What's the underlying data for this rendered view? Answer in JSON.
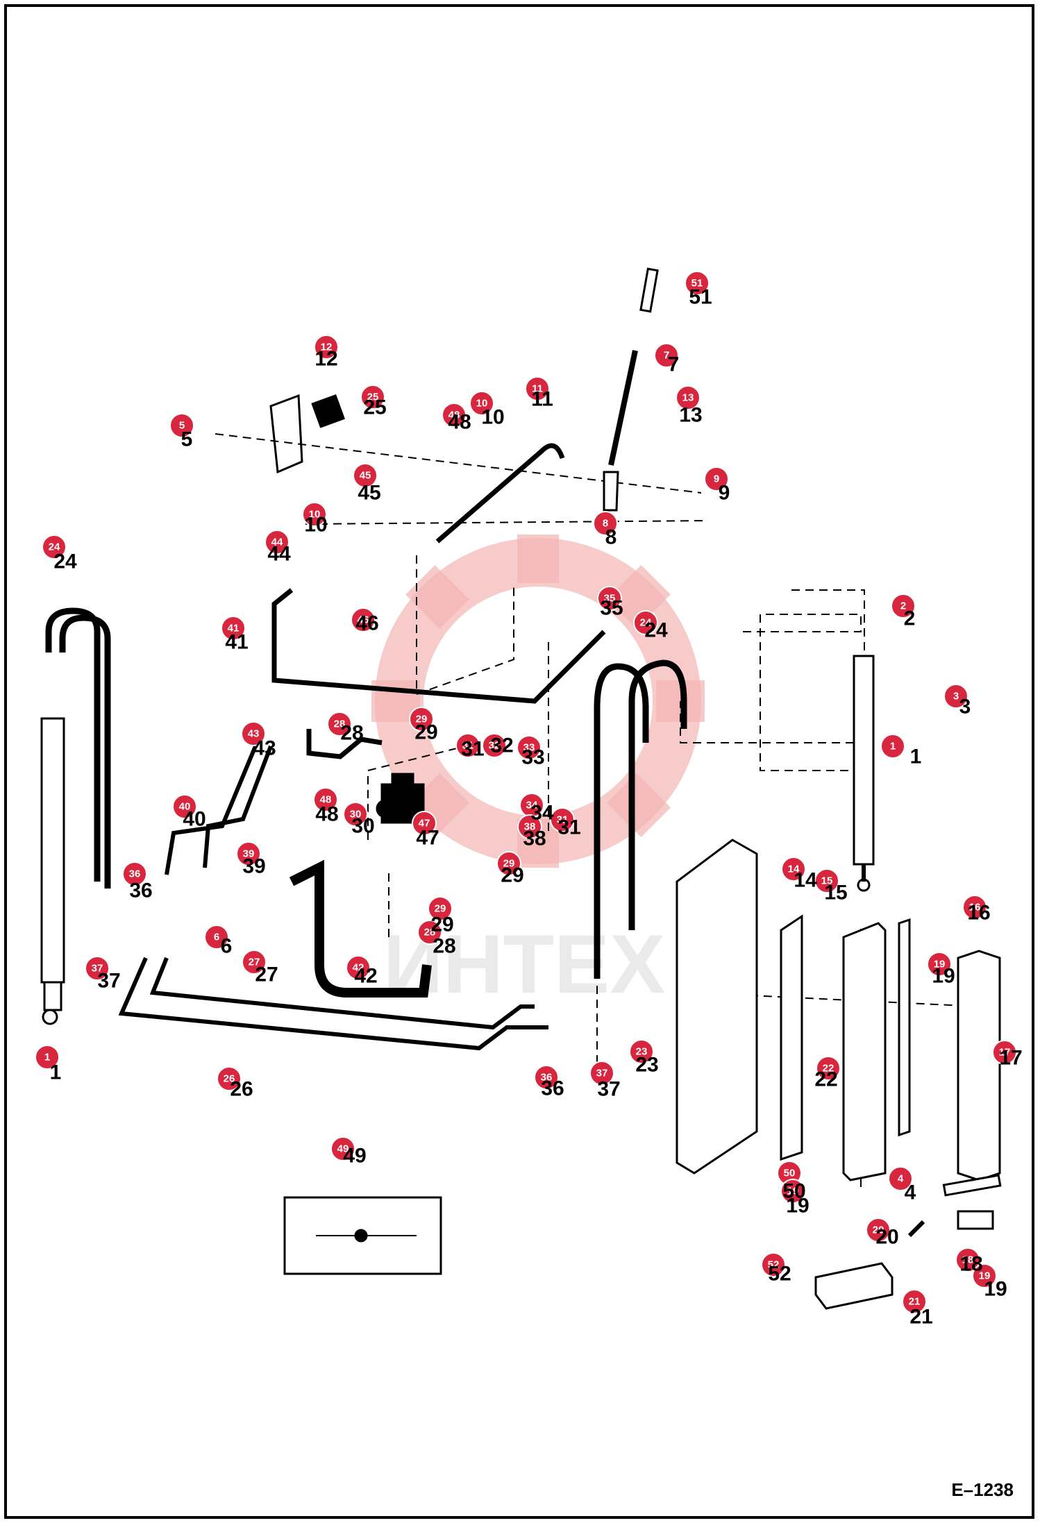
{
  "drawing_code": "E–1238",
  "watermark": "ИНТЕХ",
  "colors": {
    "callout": "#d7263d",
    "line": "#000000",
    "watermark_gear": "#f5b5b5"
  },
  "callouts": [
    "51",
    "7",
    "12",
    "25",
    "48",
    "10",
    "11",
    "13",
    "5",
    "45",
    "9",
    "8",
    "10",
    "24",
    "44",
    "41",
    "46",
    "35",
    "24",
    "2",
    "3",
    "1",
    "43",
    "28",
    "29",
    "31",
    "32",
    "33",
    "40",
    "48",
    "30",
    "47",
    "31",
    "34",
    "38",
    "29",
    "39",
    "36",
    "6",
    "37",
    "1",
    "27",
    "42",
    "29",
    "28",
    "26",
    "36",
    "37",
    "23",
    "14",
    "15",
    "16",
    "19",
    "17",
    "22",
    "50",
    "19",
    "4",
    "20",
    "18",
    "19",
    "52",
    "21",
    "49"
  ],
  "labels": [
    "51",
    "7",
    "12",
    "25",
    "48",
    "10",
    "11",
    "13",
    "5",
    "45",
    "9",
    "8",
    "10",
    "24",
    "44",
    "41",
    "46",
    "35",
    "24",
    "2",
    "3",
    "1",
    "43",
    "28",
    "29",
    "31",
    "32",
    "33",
    "40",
    "48",
    "30",
    "47",
    "31",
    "34",
    "38",
    "29",
    "39",
    "36",
    "6",
    "37",
    "1",
    "27",
    "42",
    "29",
    "28",
    "26",
    "36",
    "37",
    "23",
    "14",
    "15",
    "16",
    "19",
    "17",
    "22",
    "50",
    "19",
    "4",
    "20",
    "18",
    "19",
    "52",
    "21",
    "49"
  ]
}
